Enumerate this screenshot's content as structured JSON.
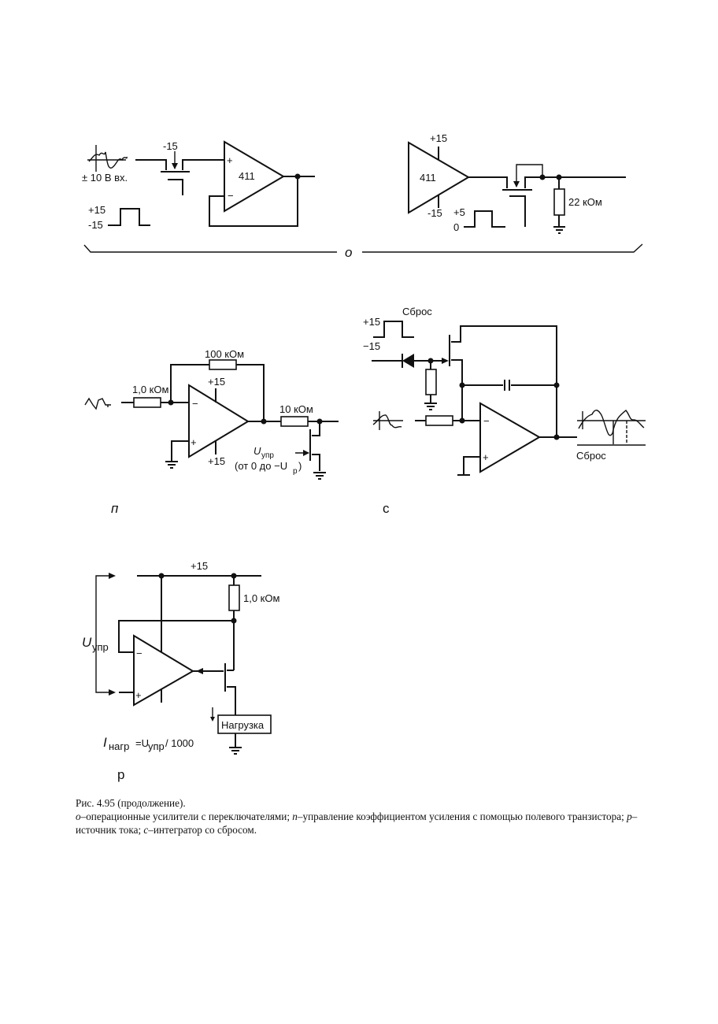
{
  "figure": {
    "panel_o": {
      "letter": "o",
      "left": {
        "input_label": "± 10 В вх.",
        "gate_voltage": "-15",
        "opamp_label": "411",
        "plus": "+",
        "minus": "−",
        "pulse_high": "+15",
        "pulse_low": "-15"
      },
      "right": {
        "opamp_label": "411",
        "supply_pos": "+15",
        "supply_neg": "-15",
        "pulse_high": "+5",
        "pulse_low": "0",
        "resistor": "22 кОм"
      }
    },
    "panel_n": {
      "letter": "п",
      "input_resistor": "1,0 кОм",
      "feedback_resistor": "100 кОм",
      "output_resistor": "10 кОм",
      "supply_top": "+15",
      "supply_bottom": "+15",
      "plus": "+",
      "minus": "−",
      "control_label": "U",
      "control_sub": "упр",
      "control_range": "(от 0 до −U",
      "control_range_sub": "р",
      "control_range_end": ")"
    },
    "panel_c": {
      "letter": "с",
      "reset_label": "Сброс",
      "pulse_high": "+15",
      "pulse_low": "−15",
      "plus": "+",
      "minus": "−",
      "output_reset_label": "Сброс"
    },
    "panel_p": {
      "letter": "р",
      "supply": "+15",
      "resistor": "1,0 кОм",
      "control_label": "U",
      "control_sub": "упр",
      "load": "Нагрузка",
      "plus": "+",
      "minus": "−",
      "formula_i": "I",
      "formula_i_sub": "нагр",
      "formula_eq": "=U",
      "formula_u_sub": "упр",
      "formula_tail": "/ 1000"
    }
  },
  "caption": {
    "title": "Рис. 4.95 (продолжение).",
    "items": [
      {
        "letter": "о",
        "text": "–операционные усилители с переключателями; "
      },
      {
        "letter": "п",
        "text": "–управление коэффициентом усиления с помощью полевого транзистора; "
      },
      {
        "letter": "р",
        "text": "–источник тока; "
      },
      {
        "letter": "с",
        "text": "–интегратор со сбросом."
      }
    ]
  }
}
